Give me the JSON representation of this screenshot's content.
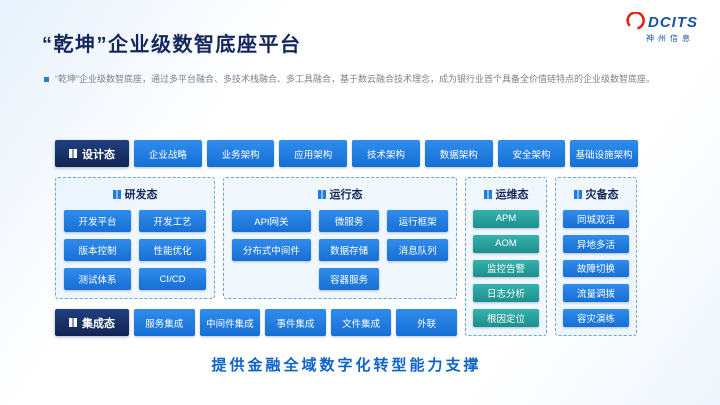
{
  "logo": {
    "brand": "DCITS",
    "company": "神州信息"
  },
  "header": {
    "title": "“乾坤”企业级数智底座平台",
    "description": "“乾坤”企业级数智底座，通过多平台融合、多技术栈融合、多工具融合，基于数云融合技术理念，成为银行业首个具备全价值链特点的企业级数智底座。"
  },
  "design_row": {
    "label": "设计态",
    "items": [
      "企业战略",
      "业务架构",
      "应用架构",
      "技术架构",
      "数据架构",
      "安全架构",
      "基础设施架构"
    ]
  },
  "dev_box": {
    "label": "研发态",
    "items": [
      "开发平台",
      "开发工艺",
      "版本控制",
      "性能优化",
      "测试体系",
      "CI/CD"
    ]
  },
  "runtime_box": {
    "label": "运行态",
    "items": [
      "API网关",
      "微服务",
      "运行框架",
      "分布式中间件",
      "数据存储",
      "消息队列",
      "容器服务"
    ]
  },
  "ops_box": {
    "label": "运维态",
    "items": [
      "APM",
      "AOM",
      "监控告警",
      "日志分析",
      "根因定位"
    ]
  },
  "dr_box": {
    "label": "灾备态",
    "items": [
      "同城双活",
      "异地多活",
      "故障切换",
      "流量调拨",
      "容灾演练"
    ]
  },
  "integration_row": {
    "label": "集成态",
    "items": [
      "服务集成",
      "中间件集成",
      "事件集成",
      "文件集成",
      "外联"
    ]
  },
  "footer": {
    "text": "提供金融全域数字化转型能力支撑"
  },
  "colors": {
    "navy": "#14275c",
    "blue": "#1f7ce0",
    "teal": "#28a09d",
    "logo_red": "#e2231a"
  }
}
